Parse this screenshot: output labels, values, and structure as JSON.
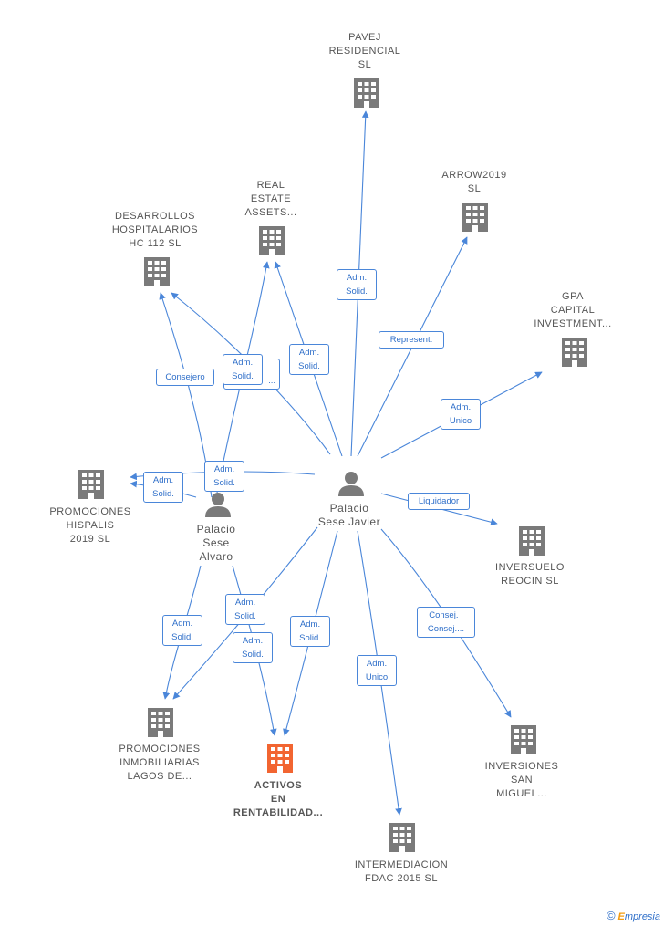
{
  "colors": {
    "edge": "#4a86d9",
    "building": "#7a7a7a",
    "focus_building": "#f26531",
    "person": "#7a7a7a"
  },
  "companies": {
    "pavej": "PAVEJ\nRESIDENCIAL\nSL",
    "arrow": "ARROW2019\nSL",
    "real_estate": "REAL\nESTATE\nASSETS...",
    "desarrollos": "DESARROLLOS\nHOSPITALARIOS\nHC 112  SL",
    "gpa": "GPA\nCAPITAL\nINVESTMENT...",
    "hispalis": "PROMOCIONES\nHISPALIS\n2019  SL",
    "inversuelo": "INVERSUELO\nREOCIN SL",
    "lagos": "PROMOCIONES\nINMOBILIARIAS\nLAGOS DE...",
    "activos": "ACTIVOS\nEN\nRENTABILIDAD...",
    "san_miguel": "INVERSIONES\nSAN\nMIGUEL...",
    "fdac": "INTERMEDIACION\nFDAC 2015  SL"
  },
  "persons": {
    "javier": "Palacio\nSese Javier",
    "alvaro": "Palacio\nSese\nAlvaro"
  },
  "edge_labels": {
    "pavej": "Adm.\nSolid.",
    "arrow": "Represent.",
    "real_estate": "Adm.\nSolid.",
    "gpa": "Adm.\nUnico",
    "consejero": "Consejero",
    "hidden": ".\n...",
    "alvaro_real": "Adm.\nSolid.",
    "javier_hispalis": "Adm.\nSolid.",
    "alvaro_hispalis": "Adm.\nSolid.",
    "inversuelo": "Liquidador",
    "alvaro_lagos": "Adm.\nSolid.",
    "javier_lagos": "Adm.\nSolid.",
    "alvaro_activos": "Adm.\nSolid.",
    "javier_activos": "Adm.\nSolid.",
    "fdac": "Adm.\nUnico",
    "san_miguel": "Consej. ,\nConsej...."
  },
  "footer": {
    "copyright": "©",
    "brand_first": "E",
    "brand_rest": "mpresia"
  }
}
